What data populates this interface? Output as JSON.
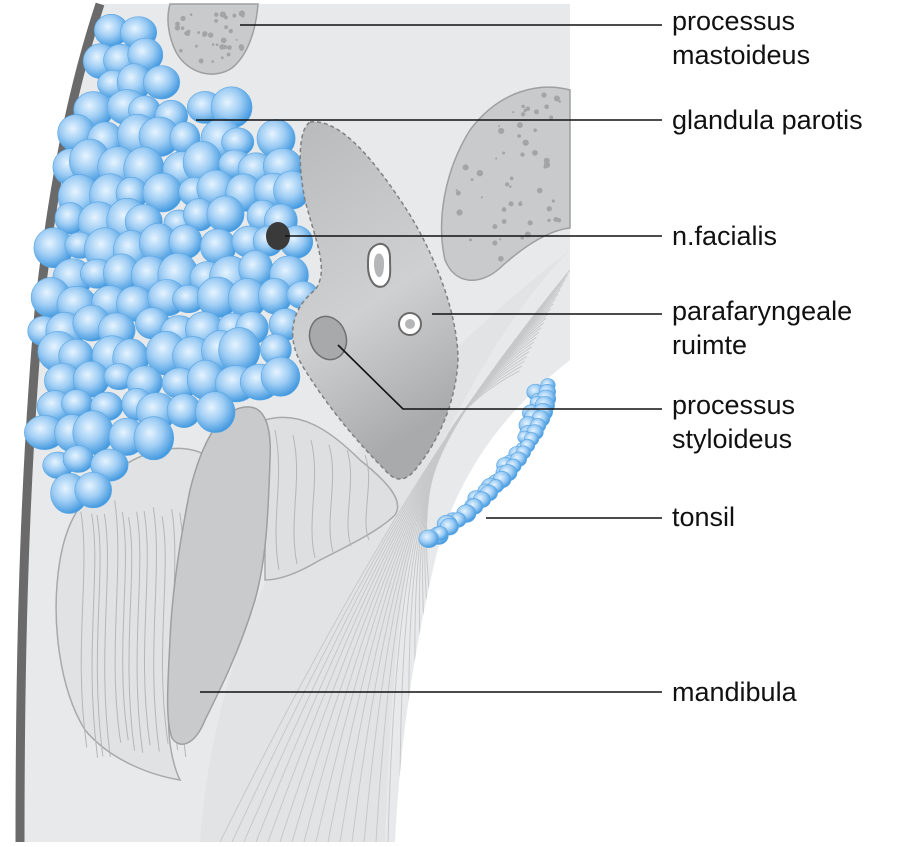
{
  "colors": {
    "tissue": "#e7e9ea",
    "bone": "#c9cacb",
    "bone_dark": "#9e9fa0",
    "muscle": "#e3e4e5",
    "parotid_light": "#dcefff",
    "parotid_mid": "#8cc4f2",
    "parotid_edge": "#3d96de",
    "skin": "#6a6a6a",
    "nerve": "#3a3a3a",
    "leader": "#111111"
  },
  "labels": {
    "mastoid": {
      "line1": "processus",
      "line2": "mastoideus"
    },
    "parotid": {
      "line1": "glandula parotis"
    },
    "facial": {
      "line1": "n.facialis"
    },
    "parapharyngeal": {
      "line1": "parafaryngeale",
      "line2": "ruimte"
    },
    "styloid": {
      "line1": "processus",
      "line2": "styloideus"
    },
    "tonsil": {
      "line1": "tonsil"
    },
    "mandible": {
      "line1": "mandibula"
    }
  }
}
